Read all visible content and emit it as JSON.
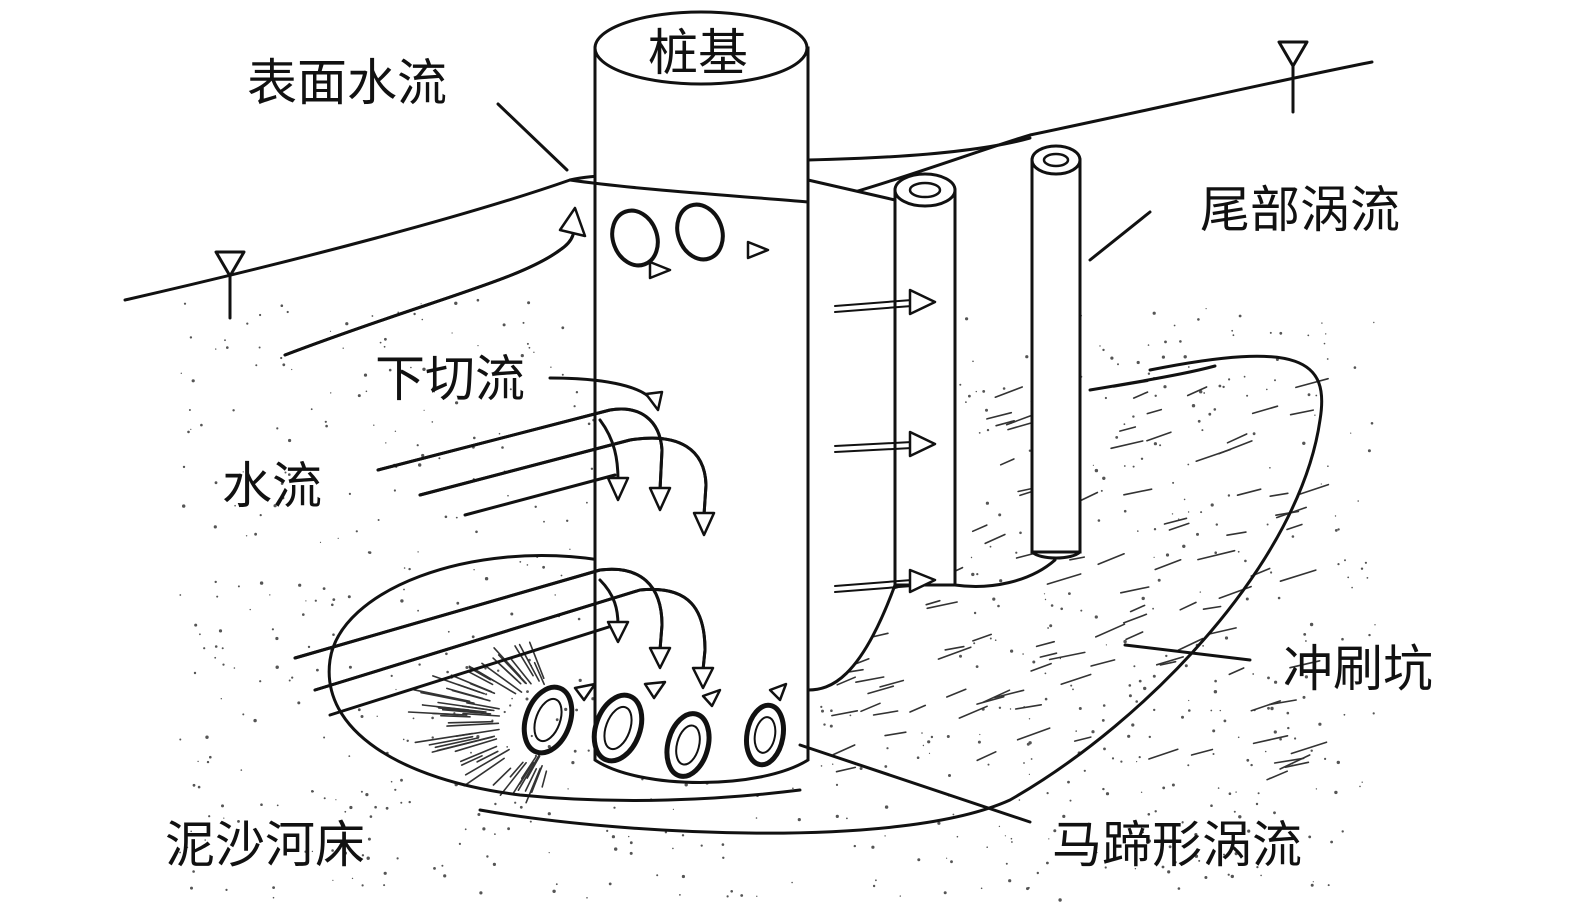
{
  "labels": {
    "pile": "桩基",
    "surface_flow": "表面水流",
    "wake_vortex": "尾部涡流",
    "downflow": "下切流",
    "flow": "水流",
    "scour_hole": "冲刷坑",
    "sediment_bed": "泥沙河床",
    "horseshoe_vortex": "马蹄形涡流"
  }
}
